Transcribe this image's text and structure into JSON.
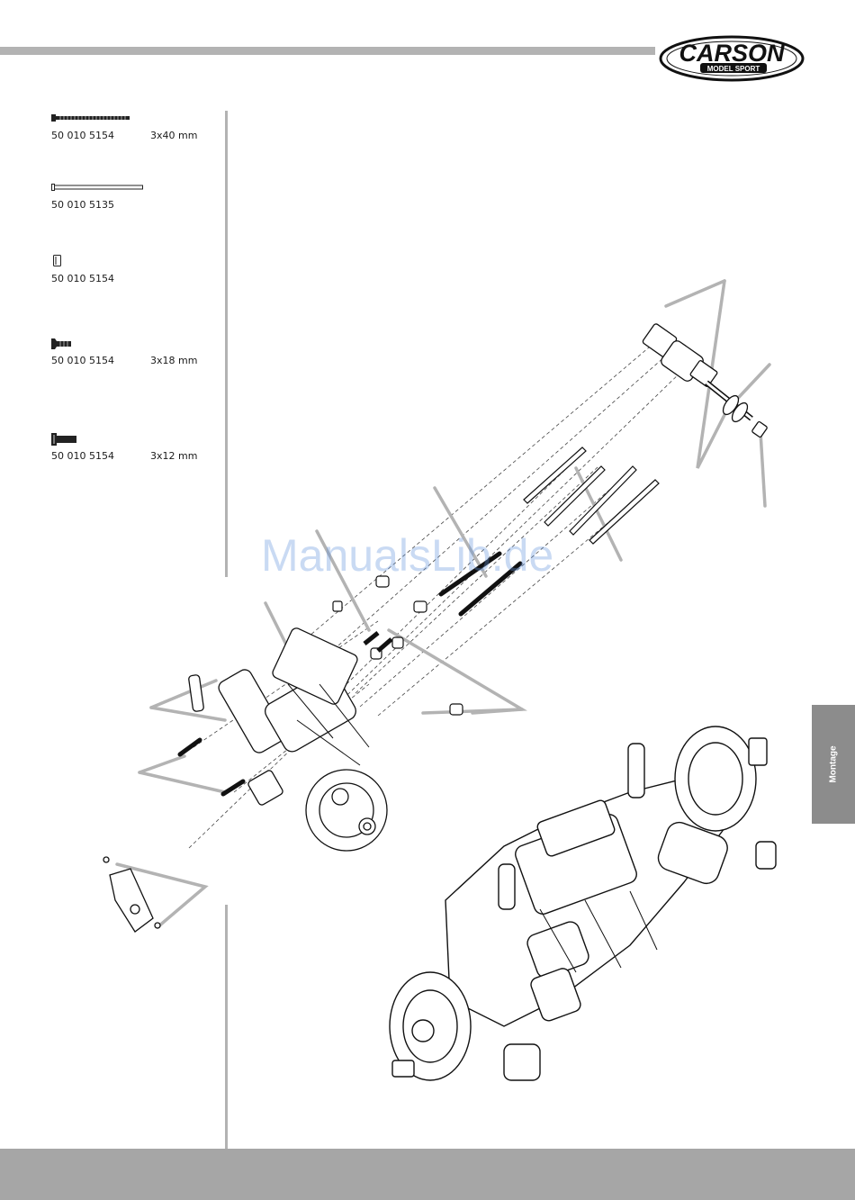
{
  "brand": {
    "name": "CARSON",
    "tagline": "MODEL SPORT"
  },
  "section_tab": "Montage",
  "watermark": "ManualsLib.de",
  "parts": [
    {
      "number": "50 010 5154",
      "size": "3x40 mm",
      "icon": "long-screw-icon"
    },
    {
      "number": "50 010 5135",
      "size": "",
      "icon": "pin-icon"
    },
    {
      "number": "50 010 5154",
      "size": "",
      "icon": "nut-icon"
    },
    {
      "number": "50 010 5154",
      "size": "3x18 mm",
      "icon": "countersunk-screw-icon"
    },
    {
      "number": "50 010 5154",
      "size": "3x12 mm",
      "icon": "button-screw-icon"
    }
  ],
  "colors": {
    "rule_gray": "#b3b3b3",
    "footer_gray": "#a6a6a6",
    "tab_gray": "#8c8c8c",
    "watermark_blue": "#6496dc"
  }
}
